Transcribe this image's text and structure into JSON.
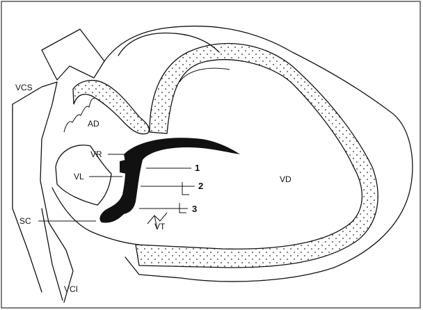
{
  "labels": {
    "vcs": "VCS",
    "ad": "AD",
    "vr": "VR",
    "vl": "VL",
    "sc": "SC",
    "vci": "VCI",
    "vd": "VD",
    "vt": "VT",
    "n1": "1",
    "n2": "2",
    "n3": "3"
  },
  "colors": {
    "ink": "#111111",
    "background": "#ffffff",
    "frame": "#555555"
  }
}
